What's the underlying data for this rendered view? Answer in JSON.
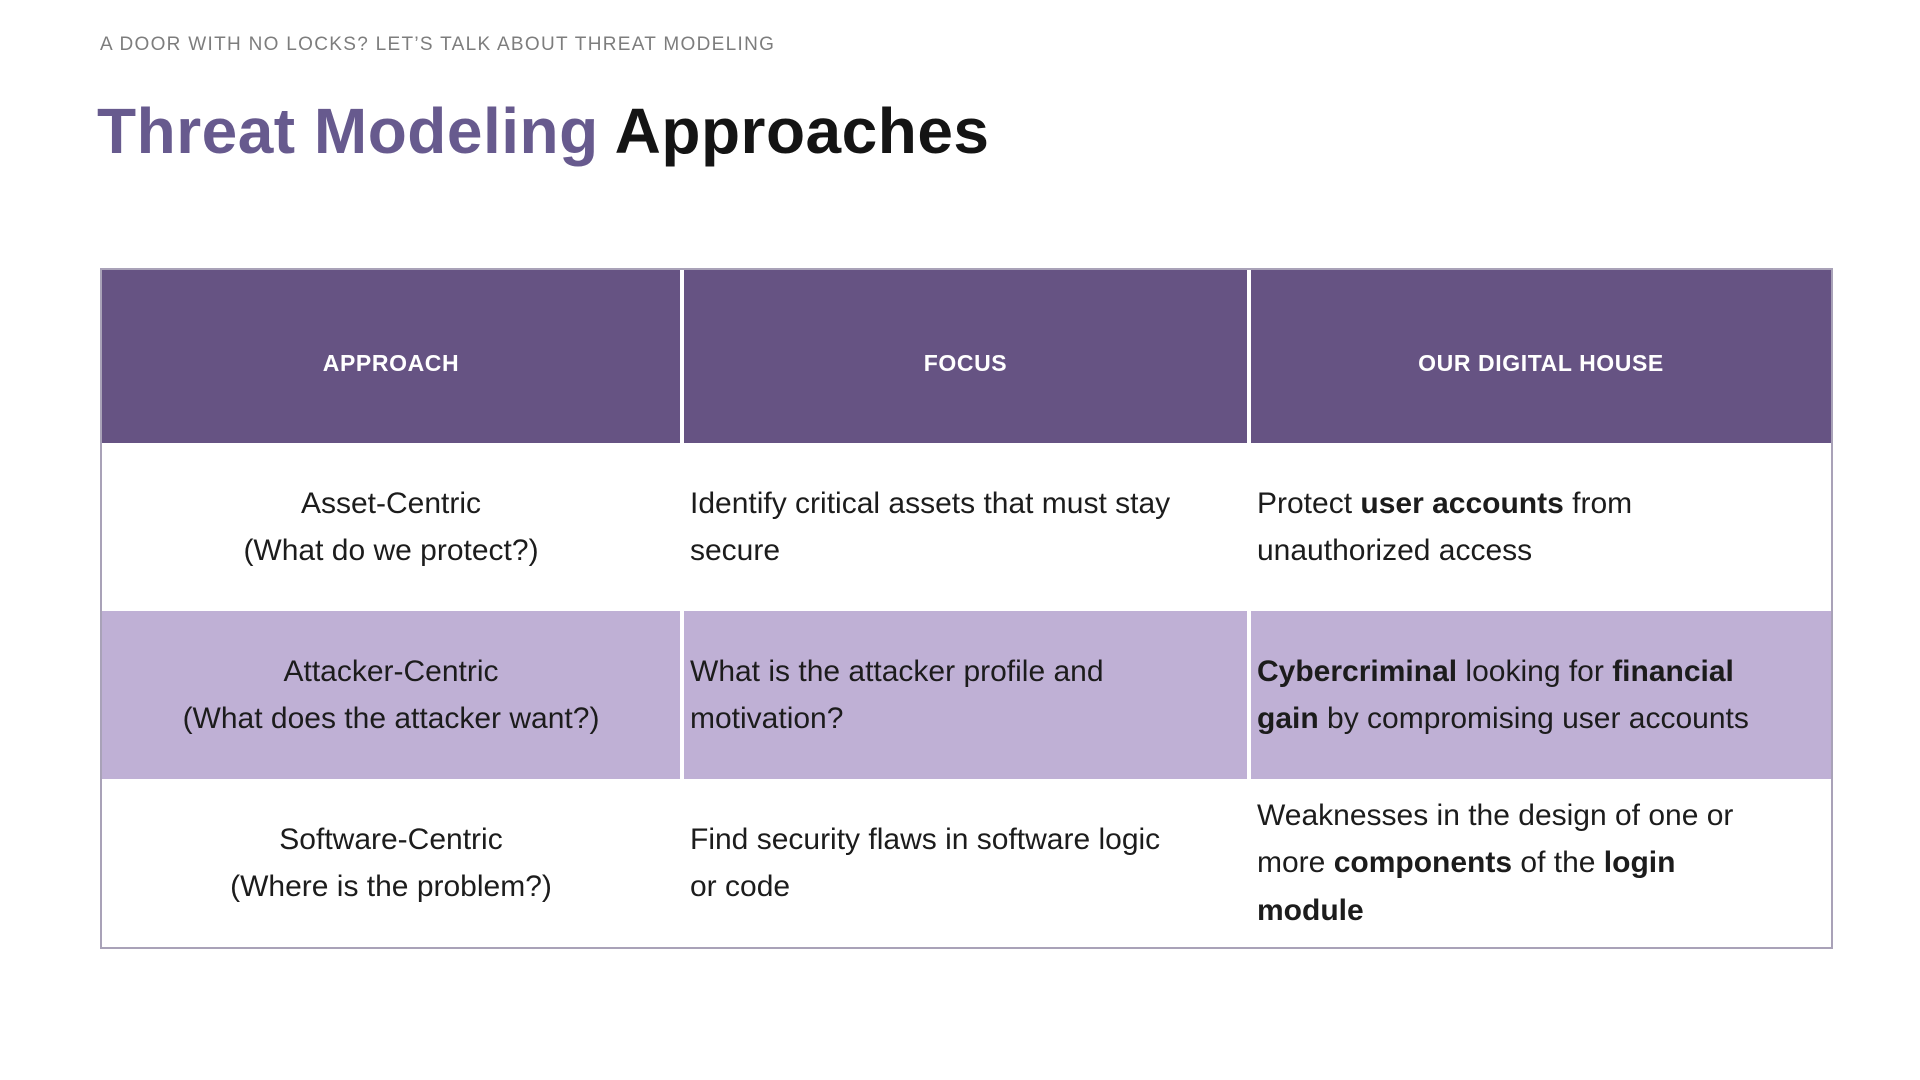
{
  "slide": {
    "kicker": "A DOOR WITH NO LOCKS? LET’S TALK ABOUT THREAT MODELING",
    "title": {
      "highlight": "Threat Modeling",
      "rest": " Approaches"
    }
  },
  "colors": {
    "title_accent": "#675a8e",
    "header_background": "#665383",
    "header_text": "#ffffff",
    "highlight_row_background": "#bfb0d5",
    "body_text": "#1c1c1c",
    "kicker_text": "#7d7d7d",
    "table_border": "#a9a2b8"
  },
  "table": {
    "columns": [
      {
        "key": "approach",
        "label": "APPROACH"
      },
      {
        "key": "focus",
        "label": "FOCUS"
      },
      {
        "key": "house",
        "label": "OUR DIGITAL HOUSE"
      }
    ],
    "rows": [
      {
        "highlighted": false,
        "approach": [
          {
            "t": "Asset-Centric\n(What do we protect?)"
          }
        ],
        "focus": [
          {
            "t": "Identify critical assets that must stay\nsecure"
          }
        ],
        "house": [
          {
            "t": "Protect "
          },
          {
            "t": "user accounts",
            "b": true
          },
          {
            "t": " from\nunauthorized access"
          }
        ]
      },
      {
        "highlighted": true,
        "approach": [
          {
            "t": "Attacker-Centric\n(What does the attacker want?)"
          }
        ],
        "focus": [
          {
            "t": "What is the attacker profile and\nmotivation?"
          }
        ],
        "house": [
          {
            "t": "Cybercriminal",
            "b": true
          },
          {
            "t": " looking for "
          },
          {
            "t": "financial\ngain",
            "b": true
          },
          {
            "t": " by compromising user accounts"
          }
        ]
      },
      {
        "highlighted": false,
        "approach": [
          {
            "t": "Software-Centric\n(Where is the problem?)"
          }
        ],
        "focus": [
          {
            "t": "Find security flaws in software logic\nor code"
          }
        ],
        "house": [
          {
            "t": "Weaknesses in the design of one or\nmore "
          },
          {
            "t": "components",
            "b": true
          },
          {
            "t": " of the "
          },
          {
            "t": "login\nmodule",
            "b": true
          }
        ]
      }
    ]
  }
}
